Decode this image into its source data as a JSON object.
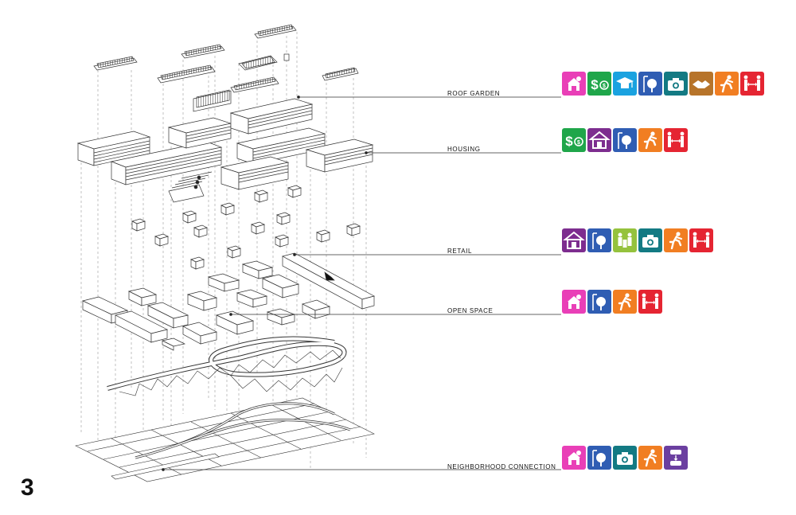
{
  "figure_number": "3",
  "layers": [
    {
      "id": "roof",
      "label": "ROOF GARDEN",
      "icons": [
        "farm-icon",
        "money-exchange-icon",
        "education-icon",
        "park-tree-icon",
        "camera-icon",
        "handshake-icon",
        "running-icon",
        "social-distance-icon"
      ]
    },
    {
      "id": "housing",
      "label": "HOUSING",
      "icons": [
        "money-exchange-icon",
        "home-icon",
        "park-tree-icon",
        "running-icon",
        "social-distance-icon"
      ]
    },
    {
      "id": "retail",
      "label": "RETAIL",
      "icons": [
        "home-icon",
        "park-tree-icon",
        "community-icon",
        "camera-icon",
        "running-icon",
        "social-distance-icon"
      ]
    },
    {
      "id": "open",
      "label": "OPEN SPACE",
      "icons": [
        "farm-icon",
        "park-tree-icon",
        "running-icon",
        "social-distance-icon"
      ]
    },
    {
      "id": "neighborhood",
      "label": "NEIGHBORHOOD CONNECTION",
      "icons": [
        "farm-icon",
        "park-tree-icon",
        "camera-icon",
        "running-icon",
        "traffic-icon"
      ]
    }
  ],
  "icon_colors": {
    "farm-icon": "#e93fb7",
    "money-exchange-icon": "#1fa64a",
    "education-icon": "#1aa2e0",
    "park-tree-icon": "#2f5db3",
    "camera-icon": "#137a83",
    "handshake-icon": "#b7742a",
    "running-icon": "#f17e22",
    "social-distance-icon": "#e52532",
    "home-icon": "#7d2d8f",
    "community-icon": "#95c23d",
    "traffic-icon": "#6b3fa0"
  }
}
